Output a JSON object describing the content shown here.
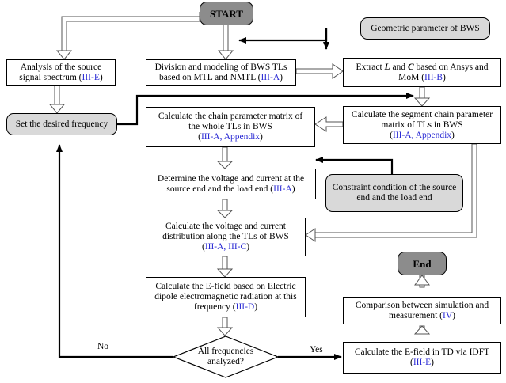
{
  "nodes": {
    "start": "START",
    "geometric": "Geometric parameter of BWS",
    "analysis": {
      "l1": "Analysis of the source",
      "l2a": "signal spectrum (",
      "ref": "III-E",
      "l2b": ")"
    },
    "division": {
      "l1": "Division and modeling of BWS TLs",
      "l2a": "based on MTL and NMTL (",
      "ref": "III-A",
      "l2b": ")"
    },
    "extract": {
      "l1a": "Extract ",
      "L": "L",
      "and": " and ",
      "C": "C",
      "l1b": " based on Ansys and",
      "l2a": "MoM (",
      "ref": "III-B",
      "l2b": ")"
    },
    "set_freq": "Set the desired frequency",
    "chain_whole": {
      "l1": "Calculate the chain parameter matrix of",
      "l2": "the whole TLs in BWS",
      "l3a": "(",
      "ref": "III-A, Appendix",
      "l3b": ")"
    },
    "segment": {
      "l1": "Calculate the segment chain parameter",
      "l2": "matrix of TLs in BWS",
      "l3a": "(",
      "ref": "III-A, Appendix",
      "l3b": ")"
    },
    "determine": {
      "l1": "Determine the voltage and current at the",
      "l2a": "source end and the load end (",
      "ref": "III-A",
      "l2b": ")"
    },
    "constraint": {
      "l1": "Constraint condition of the source",
      "l2": "end and the load end"
    },
    "distribution": {
      "l1": "Calculate the voltage and current",
      "l2": "distribution along the TLs of BWS",
      "l3a": "(",
      "ref": "III-A, III-C",
      "l3b": ")"
    },
    "efield": {
      "l1": "Calculate the E-field based on Electric",
      "l2": "dipole electromagnetic radiation at this",
      "l3a": "frequency  (",
      "ref": "III-D",
      "l3b": ")"
    },
    "decision": {
      "l1": "All frequencies",
      "l2": "analyzed?"
    },
    "end": "End",
    "comparison": {
      "l1": "Comparison between simulation and",
      "l2a": "measurement  (",
      "ref": "IV",
      "l2b": ")"
    },
    "td": {
      "l1": "Calculate the E-field in TD via IDFT",
      "l2a": "(",
      "ref": "III-E",
      "l2b": ")"
    }
  },
  "labels": {
    "no": "No",
    "yes": "Yes"
  },
  "colors": {
    "reference": "#2b2bd4",
    "terminal": "#8c8c8c",
    "input": "#d9d9d9"
  }
}
